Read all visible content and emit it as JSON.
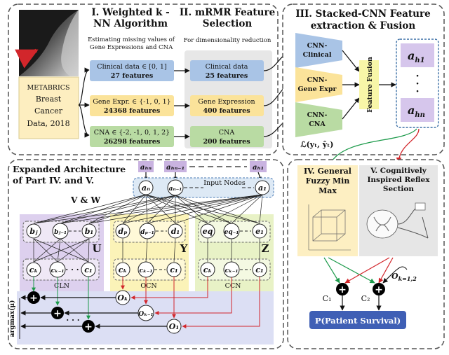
{
  "sections": {
    "knn_title": "I. Weighted k -NN Algorithm",
    "knn_desc": "Estimating missing values of Gene Expressions and CNA",
    "mrmr_title": "II. mRMR Feature Selection",
    "mrmr_desc": "For dimensionality reduction",
    "cnn_title": "III. Stacked-CNN Feature extraction & Fusion",
    "expanded_title": "Expanded Architecture of Part IV. and V.",
    "fuzzy_title": "IV. General Fuzzy Min Max",
    "reflex_title": "V. Cognitively Inspired Reflex Section"
  },
  "dataset": {
    "line1": "METABRICS",
    "line2": "Breast",
    "line3": "Cancer",
    "line4": "Data, 2018"
  },
  "knn_boxes": [
    {
      "name": "Clinical data ∈ [0, 1]",
      "count": "27 features",
      "color": "#a9c4e6"
    },
    {
      "name": "Gene Expr. ∈ {-1, 0, 1}",
      "count": "24368 features",
      "color": "#fbe39a"
    },
    {
      "name": "CNA ∈ {-2, -1, 0, 1, 2}",
      "count": "26298 features",
      "color": "#b9dba3"
    }
  ],
  "mrmr_boxes": [
    {
      "name": "Clinical data",
      "count": "25 features",
      "color": "#a9c4e6"
    },
    {
      "name": "Gene Expression",
      "count": "400 features",
      "color": "#fbe39a"
    },
    {
      "name": "CNA",
      "count": "200 features",
      "color": "#b9dba3"
    }
  ],
  "cnn_boxes": [
    {
      "line1": "CNN-",
      "line2": "Clinical",
      "color": "#a9c4e6"
    },
    {
      "line1": "CNN-",
      "line2": "Gene Expr",
      "color": "#fbe39a"
    },
    {
      "line1": "CNN-",
      "line2": "CNA",
      "color": "#b9dba3"
    }
  ],
  "fusion_label": "Feature Fusion",
  "loss_label": "ℒ(yₜ, ŷₜ)",
  "fused_vector": {
    "top": "a",
    "top_sub": "h1",
    "bottom": "a",
    "bottom_sub": "hn"
  },
  "expanded": {
    "input_labels": [
      "aₕₙ",
      "aₕₙ₋₁",
      "aₕ₁"
    ],
    "input_nodes_label": "Input Nodes",
    "input_nodes": [
      "aₙ",
      "aₙ₋₁",
      "a₁"
    ],
    "vw_label": "V & W",
    "u_label": "U",
    "y_label": "Y",
    "z_label": "Z",
    "b_nodes": [
      "bⱼ",
      "bⱼ₋₁",
      "b₁"
    ],
    "d_nodes": [
      "dₚ",
      "dₚ₋₁",
      "d₁"
    ],
    "e_nodes": [
      "eq",
      "eq₋₁",
      "e₁"
    ],
    "c_nodes": [
      "cₖ",
      "cₖ₋₁",
      "c₁"
    ],
    "cln_label": "CLN",
    "ocn_label": "OCN",
    "ccn_label": "CCN",
    "o_nodes": [
      "Oₖ",
      "Oₖ₋₁",
      "O₁"
    ],
    "argmax_label": "argmax(μ)",
    "plus": "+",
    "dots": "· · ·"
  },
  "right_bottom": {
    "o_label": "O",
    "o_sub": "k=1,2",
    "c1": "C₁",
    "c2": "C₂",
    "output": "P(Patient Survival)"
  },
  "colors": {
    "clinical": "#a9c4e6",
    "gene": "#fbe39a",
    "cna": "#b9dba3",
    "purple": "#c9b3e0",
    "output": "#3f5fb5",
    "green_arrow": "#1c9a4a",
    "red_arrow": "#d2262b"
  }
}
